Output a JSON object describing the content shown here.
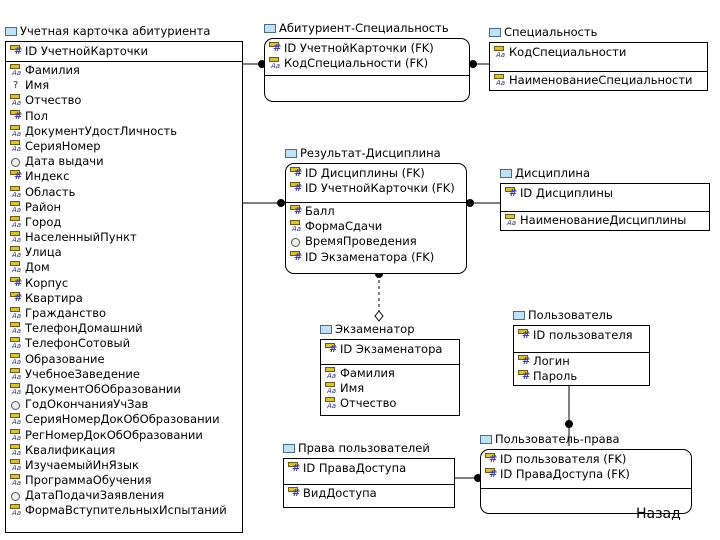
{
  "entities": [
    {
      "id": "applicant-card",
      "title": "Учетная карточка абитуриента",
      "keys": [
        {
          "text": "ID УчетнойКарточки",
          "icon": "key"
        }
      ],
      "attrs": [
        {
          "text": "Фамилия",
          "icon": "attr"
        },
        {
          "text": "Имя",
          "icon": "text"
        },
        {
          "text": "Отчество",
          "icon": "attr"
        },
        {
          "text": "Пол",
          "icon": "key"
        },
        {
          "text": "ДокументУдостЛичность",
          "icon": "attr"
        },
        {
          "text": "СерияНомер",
          "icon": "attr"
        },
        {
          "text": "Дата выдачи",
          "icon": "date"
        },
        {
          "text": "Индекс",
          "icon": "key"
        },
        {
          "text": "Область",
          "icon": "attr"
        },
        {
          "text": "Район",
          "icon": "attr"
        },
        {
          "text": "Город",
          "icon": "attr"
        },
        {
          "text": "НаселенныйПункт",
          "icon": "attr"
        },
        {
          "text": "Улица",
          "icon": "attr"
        },
        {
          "text": "Дом",
          "icon": "attr"
        },
        {
          "text": "Корпус",
          "icon": "key"
        },
        {
          "text": "Квартира",
          "icon": "key"
        },
        {
          "text": "Гражданство",
          "icon": "attr"
        },
        {
          "text": "ТелефонДомашний",
          "icon": "attr"
        },
        {
          "text": "ТелефонСотовый",
          "icon": "attr"
        },
        {
          "text": "Образование",
          "icon": "attr"
        },
        {
          "text": "УчебноеЗаведение",
          "icon": "attr"
        },
        {
          "text": "ДокументОбОбразовании",
          "icon": "attr"
        },
        {
          "text": "ГодОкончанияУчЗав",
          "icon": "date"
        },
        {
          "text": "СерияНомерДокОбОбразовании",
          "icon": "attr"
        },
        {
          "text": "РегНомерДокОбОбразовании",
          "icon": "attr"
        },
        {
          "text": "Квалификация",
          "icon": "attr"
        },
        {
          "text": "ИзучаемыйИнЯзык",
          "icon": "attr"
        },
        {
          "text": "ПрограммаОбучения",
          "icon": "attr"
        },
        {
          "text": "ДатаПодачиЗаявления",
          "icon": "date"
        },
        {
          "text": "ФормаВступительныхИспытаний",
          "icon": "attr"
        }
      ]
    },
    {
      "id": "applicant-specialty",
      "title": "Абитуриент-Специальность",
      "keys": [
        {
          "text": "ID УчетнойКарточки (FK)",
          "icon": "key"
        },
        {
          "text": "КодСпециальности (FK)",
          "icon": "attr"
        }
      ],
      "attrs": []
    },
    {
      "id": "specialty",
      "title": "Специальность",
      "keys": [
        {
          "text": "КодСпециальности",
          "icon": "attr"
        }
      ],
      "attrs": [
        {
          "text": "НаименованиеСпециальности",
          "icon": "attr"
        }
      ]
    },
    {
      "id": "result-discipline",
      "title": "Результат-Дисциплина",
      "keys": [
        {
          "text": "ID Дисциплины (FK)",
          "icon": "key"
        },
        {
          "text": "ID УчетнойКарточки (FK)",
          "icon": "key"
        }
      ],
      "attrs": [
        {
          "text": "Балл",
          "icon": "key"
        },
        {
          "text": "ФормаСдачи",
          "icon": "attr"
        },
        {
          "text": "ВремяПроведения",
          "icon": "date"
        },
        {
          "text": "ID Экзаменатора (FK)",
          "icon": "key"
        }
      ]
    },
    {
      "id": "discipline",
      "title": "Дисциплина",
      "keys": [
        {
          "text": "ID Дисциплины",
          "icon": "key"
        }
      ],
      "attrs": [
        {
          "text": "НаименованиеДисциплины",
          "icon": "attr"
        }
      ]
    },
    {
      "id": "examiner",
      "title": "Экзаменатор",
      "keys": [
        {
          "text": "ID Экзаменатора",
          "icon": "key"
        }
      ],
      "attrs": [
        {
          "text": "Фамилия",
          "icon": "attr"
        },
        {
          "text": "Имя",
          "icon": "attr"
        },
        {
          "text": "Отчество",
          "icon": "attr"
        }
      ]
    },
    {
      "id": "user",
      "title": "Пользователь",
      "keys": [
        {
          "text": "ID пользователя",
          "icon": "key"
        }
      ],
      "attrs": [
        {
          "text": "Логин",
          "icon": "key"
        },
        {
          "text": "Пароль",
          "icon": "key"
        }
      ]
    },
    {
      "id": "user-rights",
      "title": "Права пользователей",
      "keys": [
        {
          "text": "ID ПраваДоступа",
          "icon": "key"
        }
      ],
      "attrs": [
        {
          "text": "ВидДоступа",
          "icon": "key"
        }
      ]
    },
    {
      "id": "user-right",
      "title": "Пользователь-права",
      "keys": [
        {
          "text": "ID пользователя (FK)",
          "icon": "key"
        },
        {
          "text": "ID ПраваДоступа (FK)",
          "icon": "key"
        }
      ],
      "attrs": []
    }
  ],
  "back_label": "Назад"
}
